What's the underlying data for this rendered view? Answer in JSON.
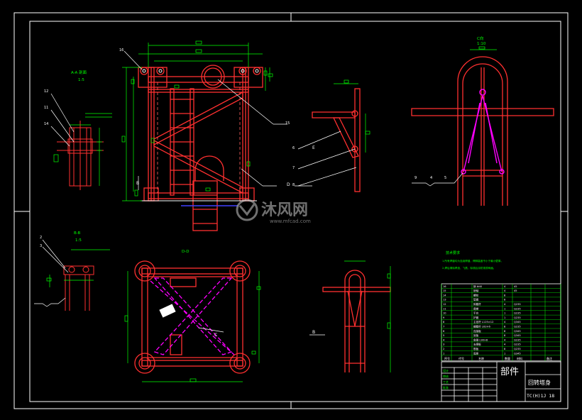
{
  "colors": {
    "background": "#000000",
    "frame": "#ffffff",
    "structure": "#ff3030",
    "dimension": "#00ff00",
    "highlight": "#ff00ff",
    "hidden": "#ff6060",
    "axis": "#4040ff",
    "annotation": "#ffffff"
  },
  "views": {
    "top_left_label": "A-A 剖面",
    "top_left_scale": "1:5",
    "mid_left_label": "B-B",
    "mid_left_scale": "1:5",
    "right_top_label": "C向",
    "right_top_scale": "1:10",
    "plan_label": "D-D",
    "plan_c_label": "C",
    "small_b_label": "B",
    "left_b_label": "B",
    "left_d_label": "D",
    "center_e_label": "E"
  },
  "balloons": [
    "16",
    "12",
    "11",
    "14",
    "15",
    "6",
    "7",
    "8",
    "2",
    "3",
    "9",
    "4",
    "5"
  ],
  "notes": {
    "title": "技术要求",
    "lines": [
      "1.所有焊缝均为连续焊缝，焊脚高度不小于最小壁厚。",
      "2.焊后清除焊渣、飞溅，除锈后涂防锈漆两遍。"
    ]
  },
  "title_block": {
    "part_label": "部件",
    "drawing_name": "回转塔身",
    "drawing_code": "TC(H)1J 18",
    "header_cols": [
      "序号",
      "代号",
      "名称",
      "数量",
      "材料",
      "备注"
    ],
    "rows": [
      [
        "16",
        "",
        "销 Φ40",
        "4",
        "45",
        ""
      ],
      [
        "15",
        "",
        "销轴",
        "4",
        "45",
        ""
      ],
      [
        "14",
        "",
        "螺栓",
        "8",
        "",
        ""
      ],
      [
        "13",
        "",
        "垫圈",
        "8",
        "",
        ""
      ],
      [
        "12",
        "",
        "斜腹杆",
        "4",
        "Q235",
        ""
      ],
      [
        "11",
        "",
        "爬梯",
        "1",
        "Q235",
        ""
      ],
      [
        "10",
        "",
        "平台",
        "1",
        "Q235",
        ""
      ],
      [
        "9",
        "",
        "护圈",
        "1",
        "Q235",
        ""
      ],
      [
        "8",
        "",
        "主弦杆 L125×12",
        "4",
        "Q345",
        ""
      ],
      [
        "7",
        "",
        "横腹杆 L63×6",
        "8",
        "Q235",
        ""
      ],
      [
        "6",
        "",
        "连接板",
        "8",
        "Q345",
        ""
      ],
      [
        "5",
        "",
        "耳板",
        "8",
        "Q345",
        ""
      ],
      [
        "4",
        "",
        "角钢 L90×8",
        "4",
        "Q235",
        ""
      ],
      [
        "3",
        "",
        "支撑板",
        "4",
        "Q235",
        ""
      ],
      [
        "2",
        "",
        "筋板",
        "8",
        "Q235",
        ""
      ],
      [
        "1",
        "",
        "底座",
        "1",
        "Q345",
        ""
      ]
    ],
    "sign_rows": [
      "设计",
      "审核",
      "工艺",
      "批准"
    ]
  }
}
